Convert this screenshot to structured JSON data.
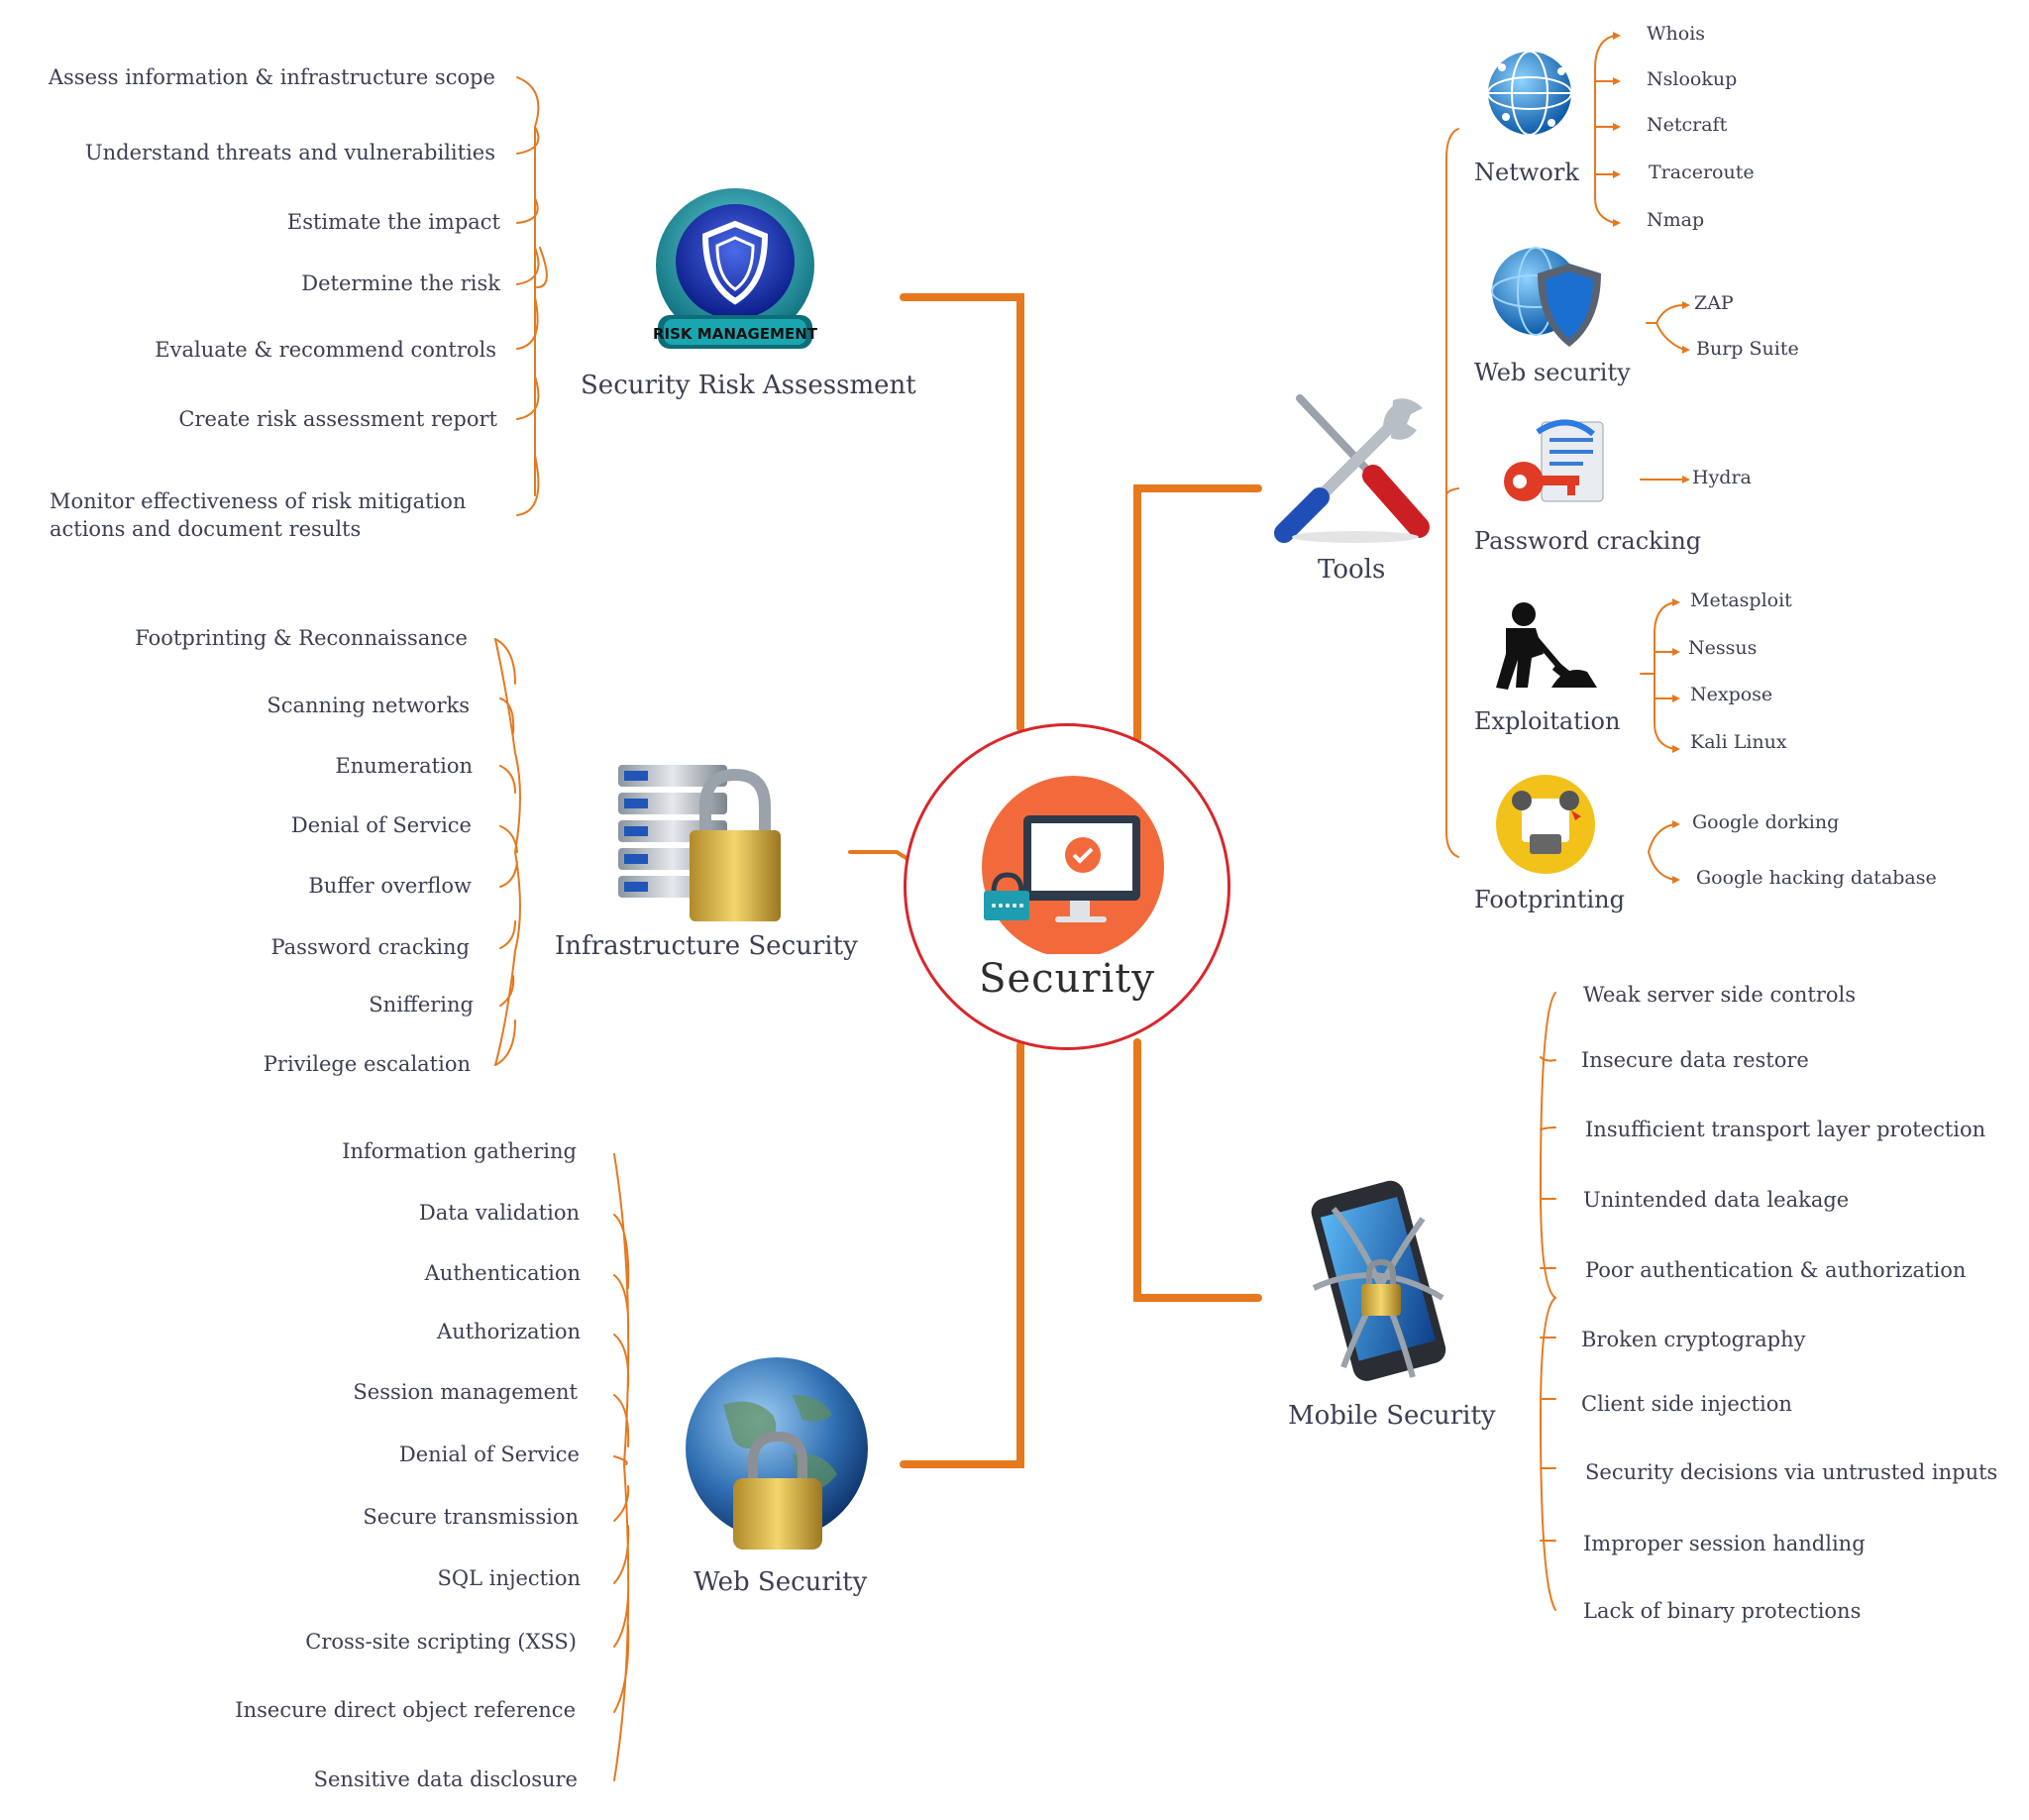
{
  "center": {
    "label": "Security"
  },
  "colors": {
    "connector": "#e6781e",
    "hub_ring": "#d9262a",
    "hub_fill": "#f26a3b",
    "text": "#3b3f52"
  },
  "branches": {
    "risk": {
      "label": "Security Risk Assessment",
      "icon": "risk-management-shield-icon",
      "badge": "RISK MANAGEMENT",
      "items": [
        "Assess information & infrastructure scope",
        "Understand threats and vulnerabilities",
        "Estimate the impact",
        "Determine the risk",
        "Evaluate & recommend controls",
        "Create risk assessment report",
        "Monitor effectiveness of risk mitigation actions and document results"
      ]
    },
    "infrastructure": {
      "label": "Infrastructure Security",
      "icon": "server-padlock-icon",
      "items": [
        "Footprinting & Reconnaissance",
        "Scanning networks",
        "Enumeration",
        "Denial of Service",
        "Buffer overflow",
        "Password cracking",
        "Sniffering",
        "Privilege escalation"
      ]
    },
    "web": {
      "label": "Web Security",
      "icon": "globe-padlock-icon",
      "items": [
        "Information gathering",
        "Data validation",
        "Authentication",
        "Authorization",
        "Session management",
        "Denial of Service",
        "Secure transmission",
        "SQL injection",
        "Cross-site scripting (XSS)",
        "Insecure direct object reference",
        "Sensitive data disclosure"
      ]
    },
    "tools": {
      "label": "Tools",
      "icon": "screwdriver-wrench-icon",
      "groups": [
        {
          "label": "Network",
          "icon": "network-globe-icon",
          "items": [
            "Whois",
            "Nslookup",
            "Netcraft",
            "Traceroute",
            "Nmap"
          ]
        },
        {
          "label": "Web security",
          "icon": "globe-shield-icon",
          "items": [
            "ZAP",
            "Burp Suite"
          ]
        },
        {
          "label": "Password cracking",
          "icon": "key-document-icon",
          "items": [
            "Hydra"
          ]
        },
        {
          "label": "Exploitation",
          "icon": "digging-worker-icon",
          "items": [
            "Metasploit",
            "Nessus",
            "Nexpose",
            "Kali Linux"
          ]
        },
        {
          "label": "Footprinting",
          "icon": "footprinting-network-icon",
          "items": [
            "Google dorking",
            "Google hacking database"
          ]
        }
      ]
    },
    "mobile": {
      "label": "Mobile Security",
      "icon": "chained-phone-icon",
      "items": [
        "Weak server side controls",
        "Insecure data restore",
        "Insufficient transport layer protection",
        "Unintended data leakage",
        "Poor authentication & authorization",
        "Broken cryptography",
        "Client side injection",
        "Security decisions via untrusted inputs",
        "Improper session handling",
        "Lack of binary protections"
      ]
    }
  }
}
